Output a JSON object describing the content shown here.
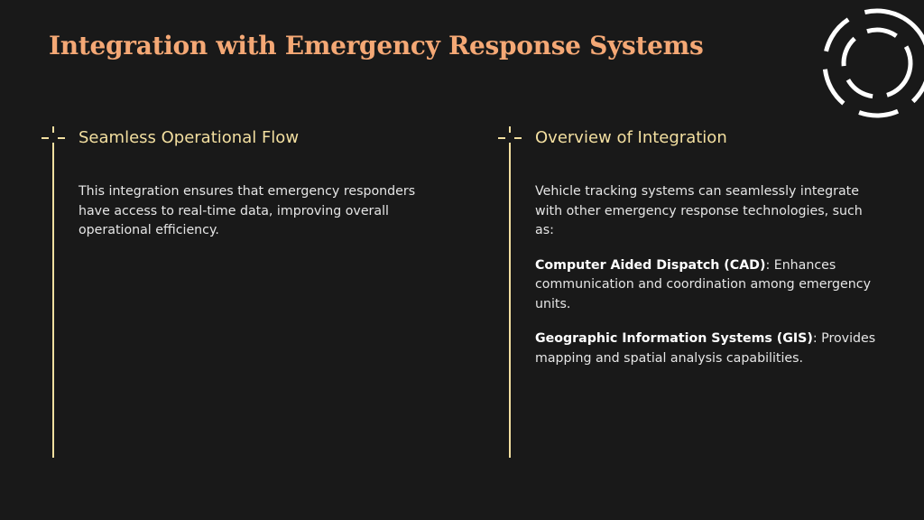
{
  "slide": {
    "title": "Integration with Emergency Response Systems",
    "accent_color": "#f4a875",
    "heading_color": "#f3dfa0",
    "line_color": "#f3dfa0"
  },
  "left": {
    "heading": "Seamless Operational Flow",
    "body": "This integration ensures that emergency responders have access to real-time data, improving overall operational efficiency."
  },
  "right": {
    "heading": "Overview of Integration",
    "intro": "Vehicle tracking systems can seamlessly integrate with other emergency response technologies, such as:",
    "items": [
      {
        "term": "Computer Aided Dispatch (CAD)",
        "desc": ": Enhances communication and coordination among emergency units."
      },
      {
        "term": "Geographic Information Systems (GIS)",
        "desc": ": Provides mapping and spatial analysis capabilities."
      }
    ]
  }
}
